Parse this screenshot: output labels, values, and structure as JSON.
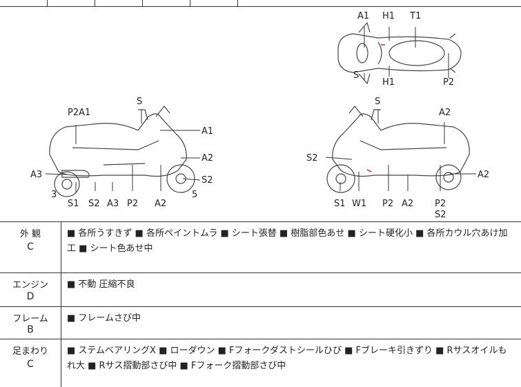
{
  "diagram": {
    "top_view_labels": {
      "a1": "A1",
      "h1_top": "H1",
      "t1": "T1",
      "s": "S",
      "h1_bottom": "H1",
      "p2": "P2"
    },
    "left_view_labels": {
      "s": "S",
      "p2a1": "P2A1",
      "a1": "A1",
      "a2": "A2",
      "s2": "S2",
      "a3": "A3",
      "three": "3",
      "five": "5",
      "s1_b": "S1",
      "s2_b": "S2",
      "a3_b": "A3",
      "p2_b": "P2",
      "a2_b": "A2"
    },
    "right_view_labels": {
      "s": "S",
      "a2_top": "A2",
      "s2": "S2",
      "a2_right": "A2",
      "s1_b": "S1",
      "w1_b": "W1",
      "p2_b": "P2",
      "a2_b": "A2",
      "p2_b2": "P2",
      "s2_b2": "S2"
    }
  },
  "sections": [
    {
      "title": "外 観",
      "grade": "C",
      "text": "■ 各所うすきず ■ 各所ペイントムラ ■ シート張替 ■ 樹脂部色あせ ■ シート硬化小 ■ 各所カウル穴あけ加工 ■ シート色あせ中"
    },
    {
      "title": "エンジン",
      "grade": "D",
      "text": "■ 不動 圧縮不良"
    },
    {
      "title": "フレーム",
      "grade": "B",
      "text": "■ フレームさび中"
    },
    {
      "title": "足まわり",
      "grade": "C",
      "text": "■ ステムベアリングX ■ ローダウン ■ Fフォークダストシールひび ■ Fブレーキ引きずり ■ Rサスオイルもれ大 ■ Rサス摺動部さび中 ■ Fフォーク摺動部さび中"
    }
  ],
  "colors": {
    "line": "#333333",
    "mark": "#cc2222"
  }
}
